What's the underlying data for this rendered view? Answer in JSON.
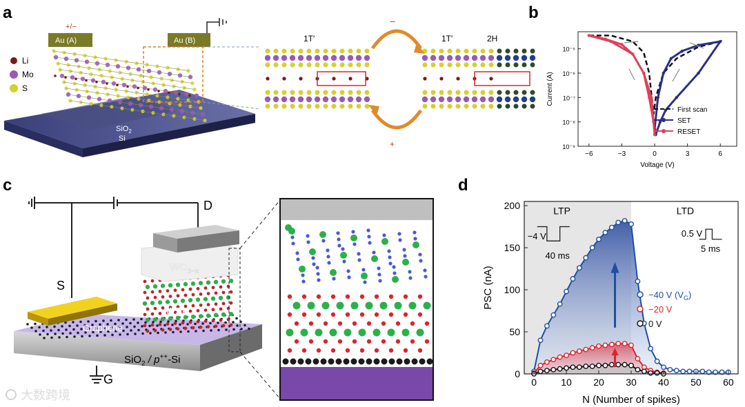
{
  "panels": {
    "a": {
      "label": "a",
      "electrode_a": "Au (A)",
      "electrode_b": "Au (B)",
      "bias": "+/−",
      "legend": [
        {
          "name": "Li",
          "color": "#7a1a1a"
        },
        {
          "name": "Mo",
          "color": "#9b59b6"
        },
        {
          "name": "S",
          "color": "#d4d12a"
        }
      ],
      "substrate_top": "SiO",
      "substrate_top_sub": "2",
      "substrate_bottom": "Si",
      "phase_left": "1T′",
      "phase_mid": "1T′",
      "phase_right": "2H",
      "arrow_top_sign": "−",
      "arrow_bottom_sign": "+"
    },
    "b": {
      "label": "b"
    },
    "c": {
      "label": "c",
      "drain": "D",
      "source": "S",
      "gate": "G",
      "top_layer": "WO",
      "top_layer_sub": "3−x",
      "mid_layer": "WSe",
      "mid_layer_sub": "2",
      "graphene": "Graphene",
      "substrate": "SiO",
      "substrate_sub": "2",
      "substrate_rest": " / p",
      "substrate_sup": "++",
      "substrate_tail": "-Si"
    },
    "d": {
      "label": "d",
      "ltp": "LTP",
      "ltd": "LTD",
      "pulse_left_v": "−4 V",
      "pulse_left_t": "40 ms",
      "pulse_right_v": "0.5 V",
      "pulse_right_t": "5 ms"
    }
  },
  "watermark": "大数跨境",
  "colors": {
    "set": "#2b2f86",
    "reset": "#e0405a",
    "zero": "#111111",
    "v40": "#1f4fa0",
    "v20": "#d9252e"
  },
  "chart_data": [
    {
      "panel": "b",
      "type": "line",
      "xlabel": "Voltage (V)",
      "ylabel": "Current (A)",
      "xlim": [
        -7,
        7.5
      ],
      "ylim": [
        1e-09,
        5e-05
      ],
      "yscale": "log",
      "xticks": [
        "−6",
        "−3",
        "0",
        "3",
        "6"
      ],
      "yticks": [
        "10⁻⁹",
        "10⁻⁸",
        "10⁻⁷",
        "10⁻⁶",
        "10⁻⁵"
      ],
      "legend_position": "bottom-right",
      "series": [
        {
          "name": "First scan",
          "style": "dashed",
          "x": [
            -6,
            -4,
            -2,
            -1,
            -0.5,
            -0.1,
            0.1,
            0.8,
            2,
            4,
            6
          ],
          "y": [
            3.5e-05,
            3.5e-05,
            2e-05,
            7e-06,
            1e-06,
            2e-08,
            1e-07,
            1e-06,
            4e-06,
            1.2e-05,
            2e-05
          ]
        },
        {
          "name": "SET",
          "style": "solid-markers",
          "x": [
            0,
            0.3,
            0.8,
            1.5,
            2.5,
            4,
            6,
            4,
            2,
            1,
            0.5,
            0.1
          ],
          "y": [
            5e-09,
            1e-07,
            1e-06,
            4e-06,
            8e-06,
            1.4e-05,
            2e-05,
            1e-06,
            1e-07,
            3e-08,
            1e-08,
            3e-09
          ]
        },
        {
          "name": "RESET",
          "style": "solid-markers",
          "x": [
            0,
            -0.3,
            -1,
            -2,
            -3,
            -4.5,
            -6,
            -4,
            -2,
            -1,
            -0.5,
            -0.1
          ],
          "y": [
            3e-09,
            1e-07,
            1e-06,
            6e-06,
            1.5e-05,
            2.5e-05,
            3.5e-05,
            2e-05,
            6e-06,
            1e-06,
            1e-07,
            1e-08
          ]
        }
      ]
    },
    {
      "panel": "d",
      "type": "scatter",
      "xlabel": "N (Number of spikes)",
      "ylabel": "PSC (nA)",
      "xlim": [
        -3,
        63
      ],
      "ylim": [
        0,
        205
      ],
      "xticks": [
        0,
        10,
        20,
        30,
        40,
        50,
        60
      ],
      "yticks": [
        0,
        50,
        100,
        150,
        200
      ],
      "legend_position": "right",
      "series": [
        {
          "name": "−40 V (V",
          "name_sub": "G",
          "name_tail": ")",
          "x": [
            0,
            2,
            4,
            6,
            8,
            10,
            12,
            14,
            16,
            18,
            20,
            22,
            24,
            26,
            28,
            30,
            32,
            34,
            36,
            38,
            40,
            42,
            44,
            46,
            48,
            50,
            52,
            54,
            56,
            58,
            60
          ],
          "y": [
            3,
            40,
            57,
            70,
            83,
            98,
            113,
            126,
            138,
            150,
            160,
            168,
            174,
            180,
            182,
            178,
            110,
            60,
            30,
            15,
            8,
            5,
            4,
            3,
            3,
            3,
            3,
            2,
            2,
            2,
            2
          ]
        },
        {
          "name": "−20 V",
          "x": [
            0,
            2,
            4,
            6,
            8,
            10,
            12,
            14,
            16,
            18,
            20,
            22,
            24,
            26,
            28,
            30,
            32,
            34,
            36,
            38,
            40
          ],
          "y": [
            1,
            10,
            14,
            17,
            20,
            22,
            25,
            27,
            29,
            31,
            33,
            34,
            35,
            36,
            36,
            34,
            18,
            8,
            4,
            2,
            1
          ]
        },
        {
          "name": "0 V",
          "x": [
            0,
            2,
            4,
            6,
            8,
            10,
            12,
            14,
            16,
            18,
            20,
            22,
            24,
            26,
            28,
            30,
            32,
            34,
            36,
            38,
            40
          ],
          "y": [
            0,
            3,
            4,
            5,
            6,
            7,
            8,
            8,
            9,
            9,
            10,
            10,
            11,
            11,
            11,
            10,
            5,
            3,
            1,
            1,
            0
          ]
        }
      ]
    }
  ]
}
